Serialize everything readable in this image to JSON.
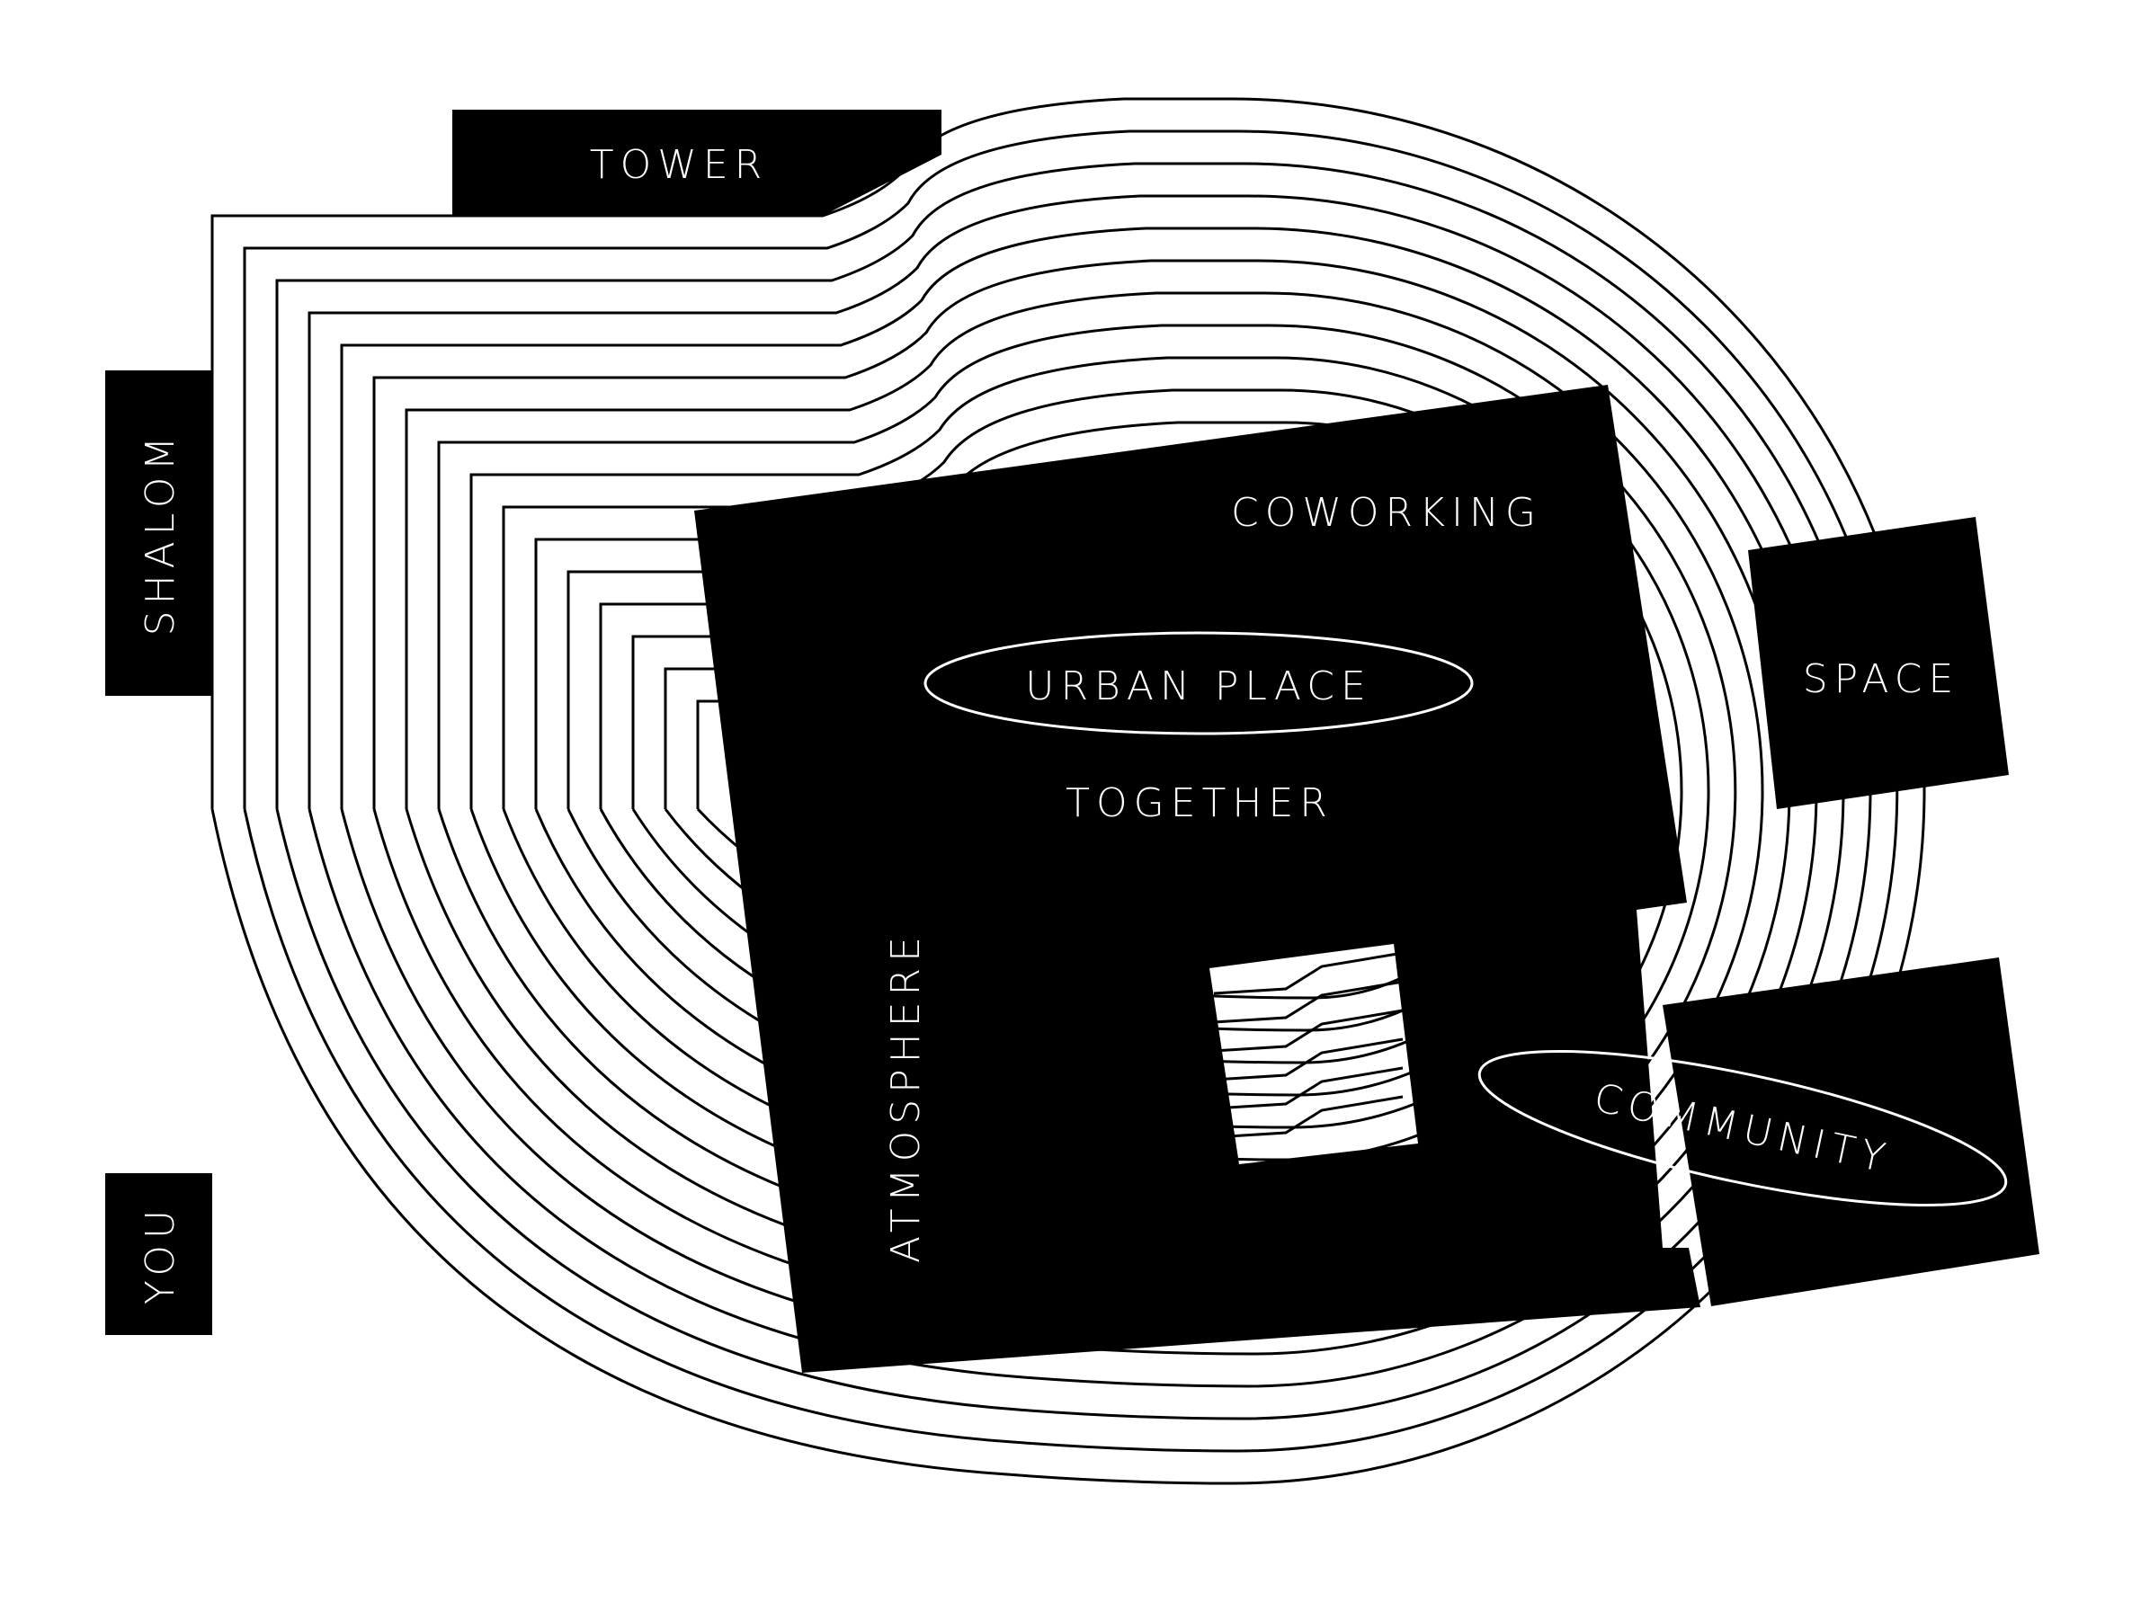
{
  "labels": {
    "tower": "TOWER",
    "shalom": "SHALOM",
    "you": "YOU",
    "coworking": "COWORKING",
    "urban_place": "URBAN PLACE",
    "together": "TOGETHER",
    "space": "SPACE",
    "atmosphere": "ATMOSPHERE",
    "community": "COMMUNITY"
  },
  "colors": {
    "ink": "#000000",
    "paper": "#ffffff"
  },
  "contour_line_count": 16
}
